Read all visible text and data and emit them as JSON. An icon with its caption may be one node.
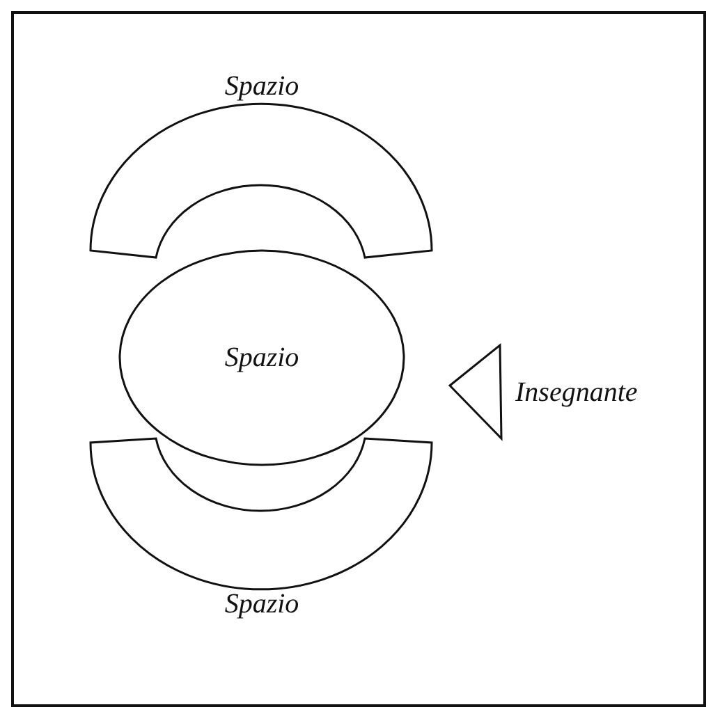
{
  "diagram": {
    "nodes": [
      {
        "text": [
          "Spazio"
        ]
      },
      {
        "text": [
          "Spazio"
        ]
      },
      {
        "text": [],
        "shape": "triangle",
        "beside": [
          "Insegnante"
        ]
      },
      {
        "text": [
          "Spazio"
        ]
      }
    ]
  }
}
